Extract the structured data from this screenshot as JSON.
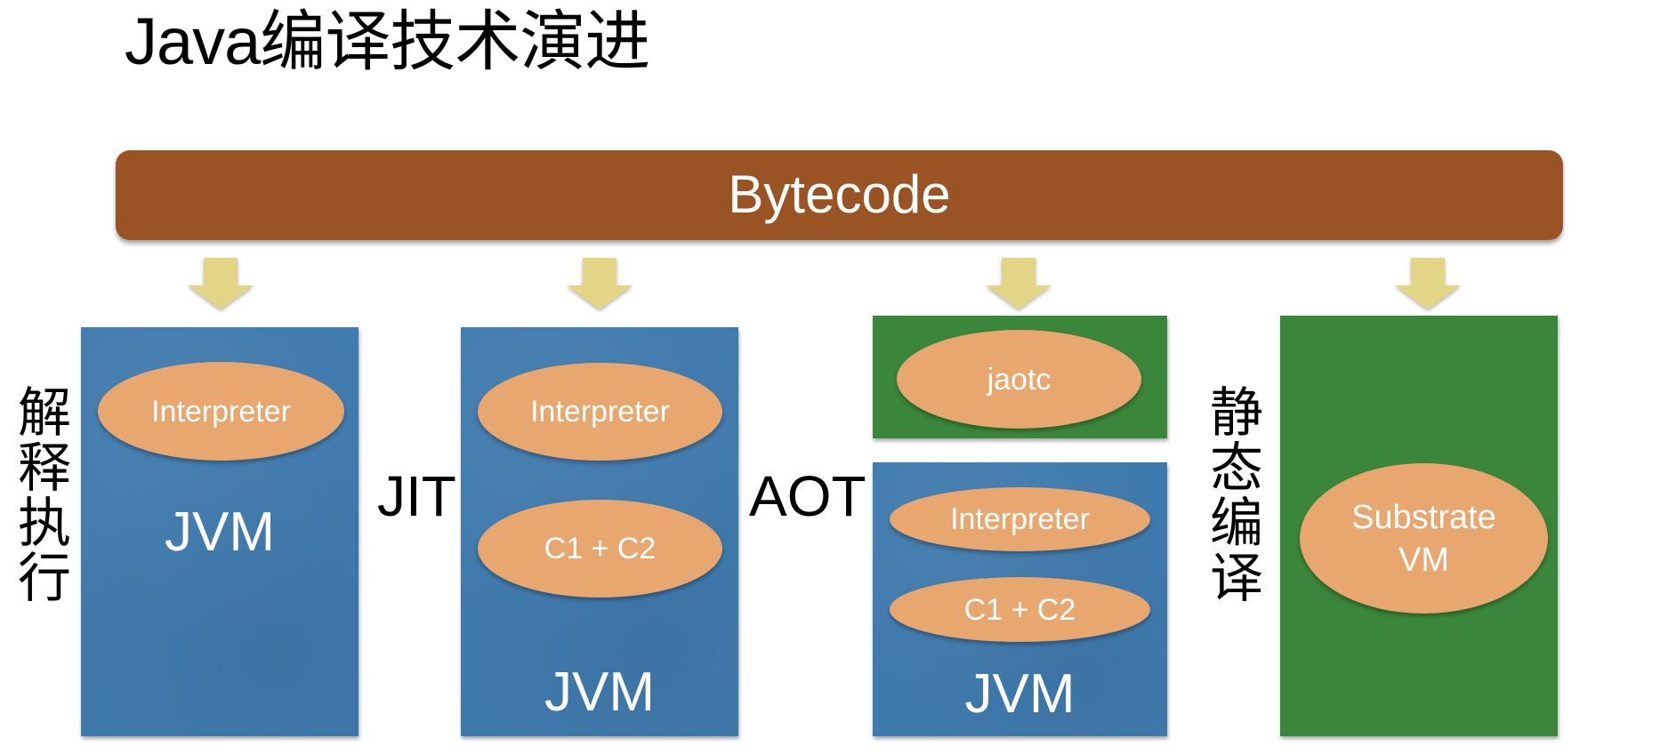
{
  "title": "Java编译技术演进",
  "bytecode": {
    "label": "Bytecode",
    "color": "#9a5423"
  },
  "arrow_color": "#e3d586",
  "colors": {
    "jvm_box": "#3f7aad",
    "aot_box": "#3a863a",
    "component": "#e8a76f"
  },
  "columns": [
    {
      "side_label": "解释执行",
      "boxes": [
        {
          "kind": "jvm",
          "components": [
            "Interpreter"
          ],
          "footer": "JVM"
        }
      ]
    },
    {
      "side_label": "JIT",
      "boxes": [
        {
          "kind": "jvm",
          "components": [
            "Interpreter",
            "C1 + C2"
          ],
          "footer": "JVM"
        }
      ]
    },
    {
      "side_label": "AOT",
      "boxes": [
        {
          "kind": "compiler",
          "components": [
            "jaotc"
          ]
        },
        {
          "kind": "jvm",
          "components": [
            "Interpreter",
            "C1 + C2"
          ],
          "footer": "JVM"
        }
      ]
    },
    {
      "side_label": "静态编译",
      "boxes": [
        {
          "kind": "native",
          "components": [
            "Substrate\nVM"
          ]
        }
      ]
    }
  ]
}
